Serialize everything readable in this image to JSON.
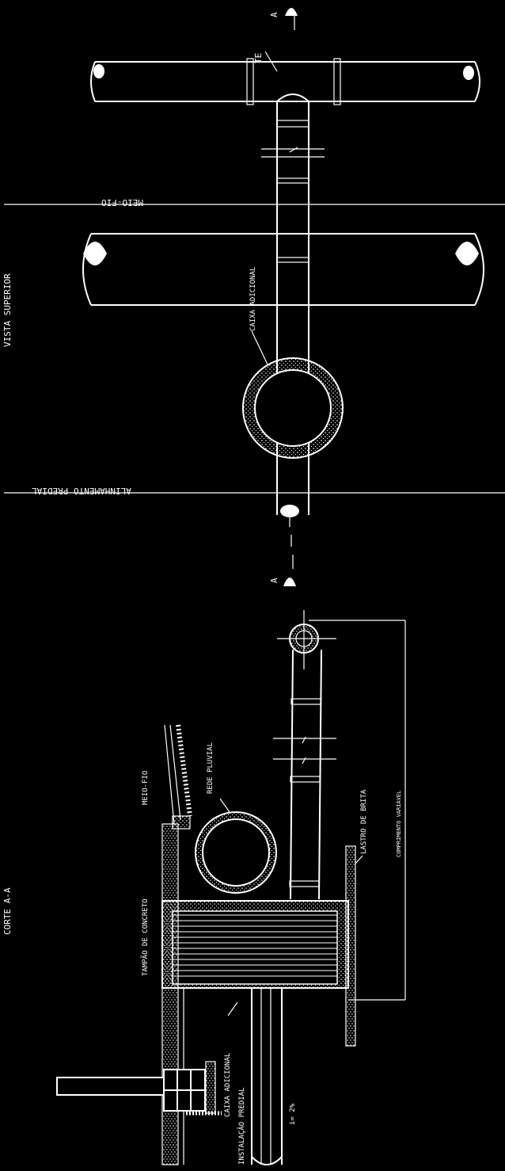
{
  "title_top": "VISTA SUPERIOR",
  "title_bottom": "CORTE A-A",
  "labels": {
    "te": "TE",
    "meio_fio_top": "MEIO-FIO",
    "caixa_adicional_top": "CAIXA ADICIONAL",
    "alinhamento_predial": "ALINHAMENTO PREDIAL",
    "section_mark_top": "A",
    "section_mark_bottom": "A",
    "meio_fio_bottom": "MEIO-FIO",
    "rede_pluvial": "REDE PLUVIAL",
    "tampao_concreto": "TAMPÃO DE CONCRETO",
    "lastro_brita": "LASTRO DE BRITA",
    "dimension_note": "COMPRIMENTO VARIÁVEL",
    "caixa_adicional_bottom": "CAIXA ADICIONAL",
    "instalacao_predial": "INSTALAÇÃO PREDIAL",
    "slope": "i= 2%"
  },
  "colors": {
    "background": "#000000",
    "line": "#ffffff"
  }
}
